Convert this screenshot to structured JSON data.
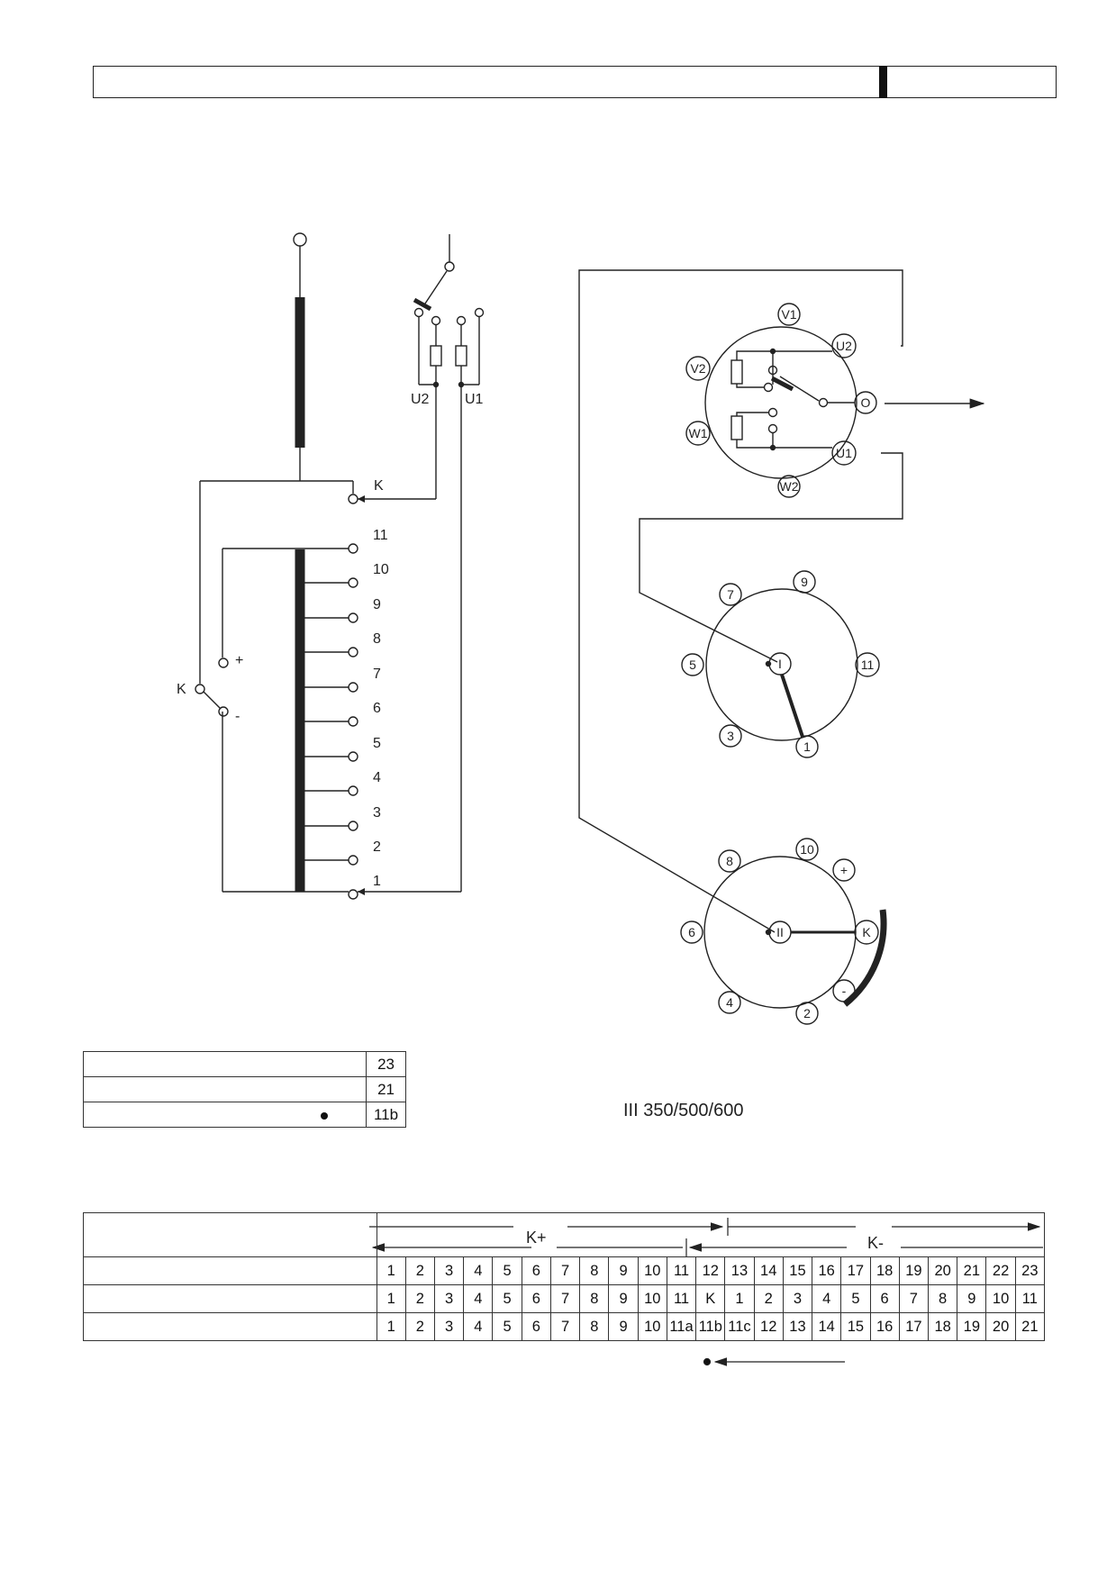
{
  "left_circuit": {
    "terminal_labels": [
      "11",
      "10",
      "9",
      "8",
      "7",
      "6",
      "5",
      "4",
      "3",
      "2",
      "1"
    ],
    "k_label": "K",
    "u2_label": "U2",
    "u1_label": "U1",
    "switch_k_label": "K",
    "plus_label": "+",
    "minus_label": "-"
  },
  "selector_top": {
    "labels": {
      "v1": "V1",
      "u2": "U2",
      "v2": "V2",
      "o": "O",
      "w1": "W1",
      "u1": "U1",
      "w2": "W2"
    }
  },
  "selector_mid": {
    "labels": {
      "c7": "7",
      "c9": "9",
      "c5": "5",
      "center": "I",
      "c11": "11",
      "c3": "3",
      "c1": "1"
    }
  },
  "selector_bottom": {
    "labels": {
      "c8": "8",
      "c10": "10",
      "plus": "+",
      "c6": "6",
      "center": "II",
      "k": "K",
      "c4": "4",
      "c2": "2",
      "minus": "-"
    }
  },
  "small_table": {
    "rows": [
      "23",
      "21",
      "11b"
    ]
  },
  "model_label": "III 350/500/600",
  "sequence_table": {
    "k_plus": "K+",
    "k_minus": "K-",
    "row1": [
      "1",
      "2",
      "3",
      "4",
      "5",
      "6",
      "7",
      "8",
      "9",
      "10",
      "11",
      "12",
      "13",
      "14",
      "15",
      "16",
      "17",
      "18",
      "19",
      "20",
      "21",
      "22",
      "23"
    ],
    "row2": [
      "1",
      "2",
      "3",
      "4",
      "5",
      "6",
      "7",
      "8",
      "9",
      "10",
      "11",
      "K",
      "1",
      "2",
      "3",
      "4",
      "5",
      "6",
      "7",
      "8",
      "9",
      "10",
      "11"
    ],
    "row3": [
      "1",
      "2",
      "3",
      "4",
      "5",
      "6",
      "7",
      "8",
      "9",
      "10",
      "11a",
      "11b",
      "11c",
      "12",
      "13",
      "14",
      "15",
      "16",
      "17",
      "18",
      "19",
      "20",
      "21"
    ]
  }
}
